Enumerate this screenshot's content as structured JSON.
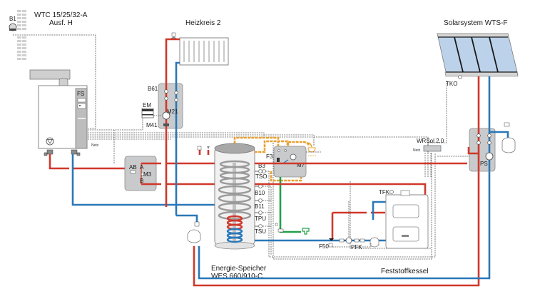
{
  "diagram": {
    "colors": {
      "supply": "#d0382b",
      "return": "#2a78b8",
      "cold_water": "#22a04a",
      "hot_water": "#e8a030",
      "wiring": "#555555",
      "module_fill": "#c9cacb"
    },
    "components": {
      "heat_pump": {
        "title_line1": "WTC 15/25/32-A",
        "title_line2": "Ausf. H",
        "fs": "FS",
        "netz": "Netz"
      },
      "outdoor_sensor": {
        "label": "B1"
      },
      "heating_circuit": {
        "title": "Heizkreis 2",
        "b61": "B61",
        "m21": "M21",
        "m41": "M41",
        "em": "EM"
      },
      "changeover_valve": {
        "ab": "AB",
        "a": "A",
        "b": "B",
        "m3": "M3"
      },
      "storage_tank": {
        "title_line1": "Energie-Speicher",
        "title_line2": "WES 660/910-C",
        "sensors": [
          "B3",
          "TSO",
          "B10",
          "B11",
          "TPU",
          "TSU"
        ]
      },
      "fresh_water_module": {
        "f3": "F3",
        "m7": "M7"
      },
      "solar": {
        "title": "Solarsystem WTS-F",
        "tko": "TKO",
        "controller": "WRSol 2.0",
        "netz": "Netz",
        "ps": "PS"
      },
      "solid_fuel_boiler": {
        "title": "Feststoffkessel",
        "tfk": "TFK",
        "pfk": "PFK",
        "f50": "F50"
      }
    }
  }
}
